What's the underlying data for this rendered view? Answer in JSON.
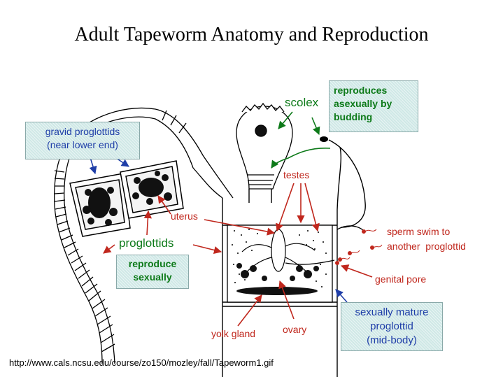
{
  "title": "Adult Tapeworm Anatomy and Reproduction",
  "labels": {
    "scolex": "scolex",
    "testes": "testes",
    "uterus": "uterus",
    "proglottids": "proglottids",
    "sperm_line1": "sperm swim to",
    "sperm_line2": "another  proglottid",
    "genital_pore": "genital pore",
    "yolk_gland": "yolk gland",
    "ovary": "ovary"
  },
  "boxes": {
    "gravid_line1": "gravid proglottids",
    "gravid_line2": "(near lower end)",
    "budding_line1": "reproduces",
    "budding_line2": "asexually by",
    "budding_line3": "budding",
    "sexual_line1": "reproduce",
    "sexual_line2": "sexually",
    "mature_line1": "sexually mature",
    "mature_line2": "proglottid",
    "mature_line3": "(mid-body)"
  },
  "source_url": "http://www.cals.ncsu.edu/course/zo150/mozley/fall/Tapeworm1.gif",
  "colors": {
    "red": "#c0271d",
    "green": "#0d7a19",
    "blue": "#1f3ea8",
    "box_fill": "#cfe8e6"
  }
}
